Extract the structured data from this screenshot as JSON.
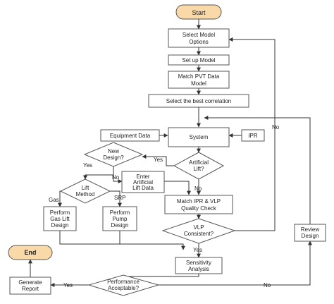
{
  "nodes": {
    "start": "Start",
    "select_model": [
      "Select Model",
      "Options"
    ],
    "setup_model": "Set up  Model",
    "match_pvt": [
      "Match PVT Data",
      "Model"
    ],
    "best_corr": "Select   the   best  correlation",
    "equipment": "Equipment Data",
    "system": "System",
    "ipr": "IPR",
    "new_design": [
      "New",
      "Design?"
    ],
    "artificial_lift": [
      "Artificial",
      "Lift?"
    ],
    "enter_lift": [
      "Enter",
      "Artificial",
      "Lift Data"
    ],
    "lift_method": [
      "Lift",
      "Method"
    ],
    "gas_lift": [
      "Perform",
      "Gas Lift",
      "Design"
    ],
    "pump_design": [
      "Perform",
      "Pump",
      "Design"
    ],
    "match_ipr": [
      "Match IPR & VLP",
      "Quality Check"
    ],
    "vlp_consistent": [
      "VLP",
      "Consistent?"
    ],
    "sensitivity": [
      "Sensitivity",
      "Analysis"
    ],
    "performance": [
      "Performance",
      "Acceptable?"
    ],
    "generate_report": [
      "Generate",
      "Report"
    ],
    "end": "End",
    "review_design": [
      "Review",
      "Design"
    ]
  },
  "edge_labels": {
    "yes": "Yes",
    "no": "No",
    "gas": "Gas",
    "srp": "SRP"
  },
  "colors": {
    "terminal_fill": "#f9d9a7",
    "box_stroke": "#555555",
    "line": "#333333"
  }
}
